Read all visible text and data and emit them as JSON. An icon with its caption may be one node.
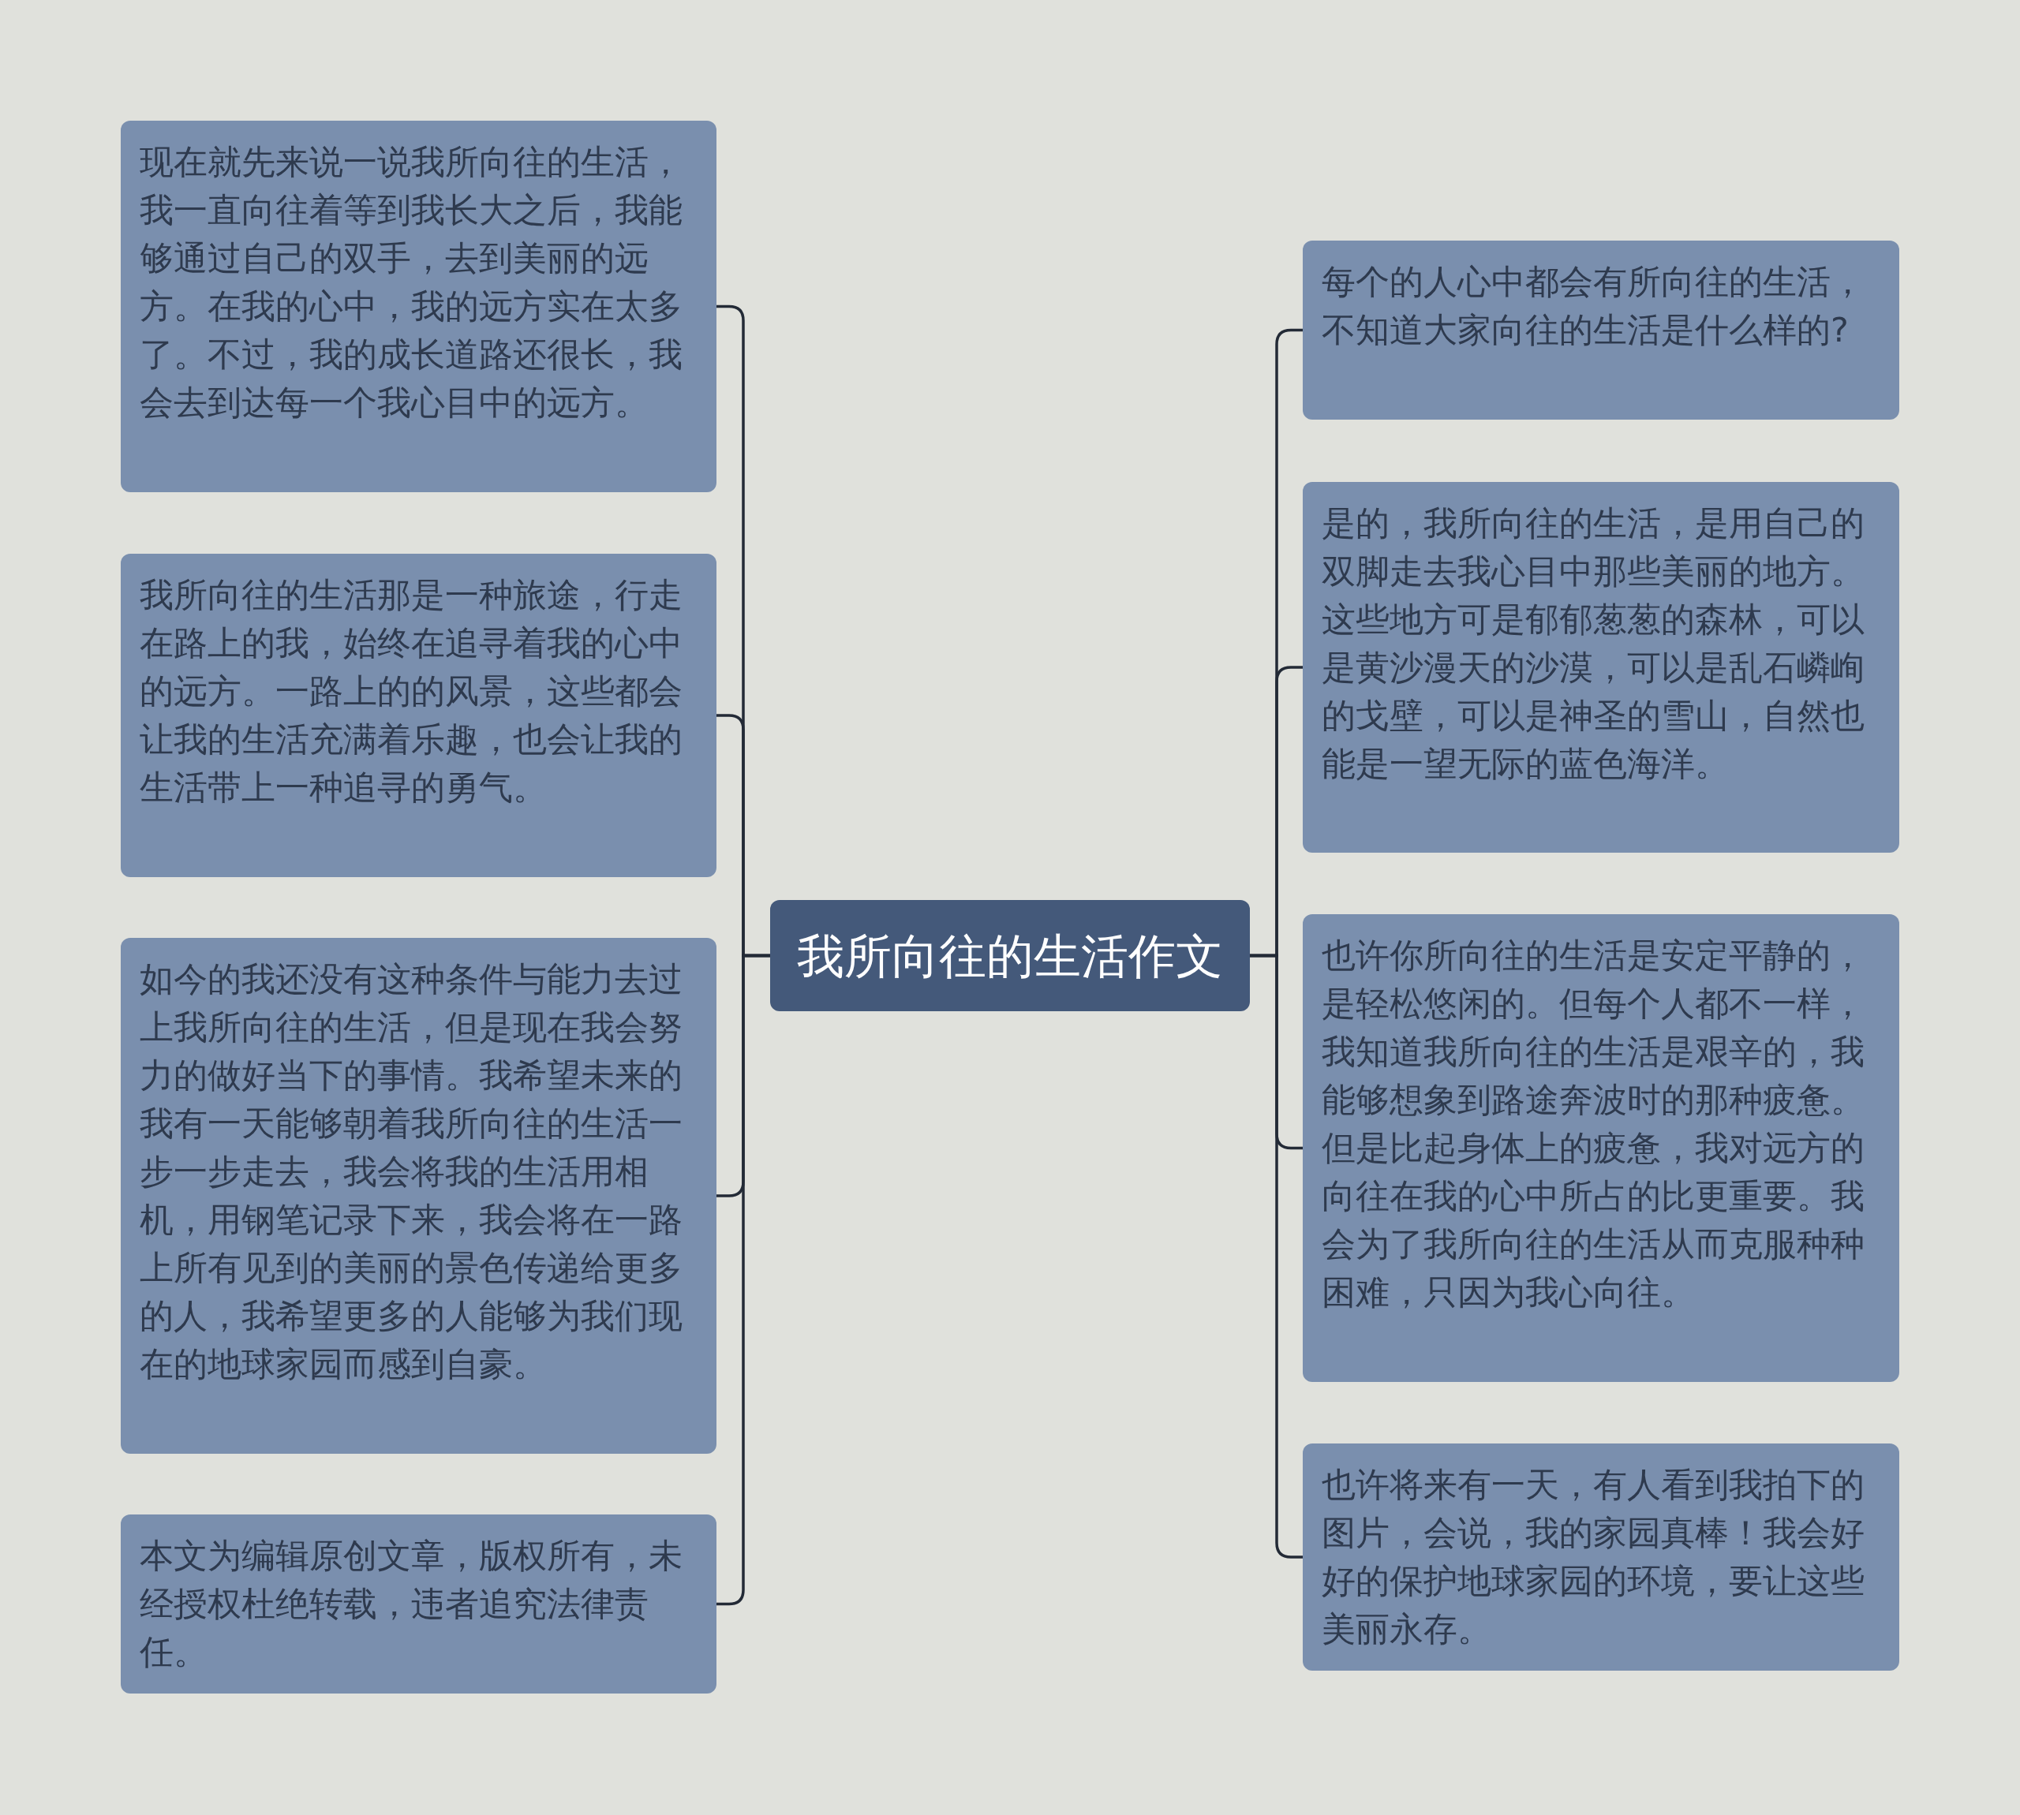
{
  "diagram": {
    "nodes": [
      {
        "text": [
          "我所向往的生活作文"
        ]
      },
      {
        "text": [
          "现在就先来说一说我所向往的生活，我一直向往着等到我长大之后，我能够通过自己的双手，去到美丽的远方。在我的心中，我的远方实在太多了。不过，我的成长道路还很长，我会去到达每一个我心目中的远方。"
        ]
      },
      {
        "text": [
          "我所向往的生活那是一种旅途，行走在路上的我，始终在追寻着我的心中的远方。一路上的的风景，这些都会让我的生活充满着乐趣，也会让我的生活带上一种追寻的勇气。"
        ]
      },
      {
        "text": [
          "如今的我还没有这种条件与能力去过上我所向往的生活，但是现在我会努力的做好当下的事情。我希望未来的我有一天能够朝着我所向往的生活一步一步走去，我会将我的生活用相机，用钢笔记录下来，我会将在一路上所有见到的美丽的景色传递给更多的人，我希望更多的人能够为我们现在的地球家园而感到自豪。"
        ]
      },
      {
        "text": [
          "本文为编辑原创文章，版权所有，未经授权杜绝转载，违者追究法律责任。"
        ]
      },
      {
        "text": [
          "每个的人心中都会有所向往的生活，不知道大家向往的生活是什么样的?"
        ]
      },
      {
        "text": [
          "是的，我所向往的生活，是用自己的双脚走去我心目中那些美丽的地方。这些地方可是郁郁葱葱的森林，可以是黄沙漫天的沙漠，可以是乱石嶙峋的戈壁，可以是神圣的雪山，自然也能是一望无际的蓝色海洋。"
        ]
      },
      {
        "text": [
          "也许你所向往的生活是安定平静的，是轻松悠闲的。但每个人都不一样，我知道我所向往的生活是艰辛的，我能够想象到路途奔波时的那种疲惫。但是比起身体上的疲惫，我对远方的向往在我的心中所占的比更重要。我会为了我所向往的生活从而克服种种困难，只因为我心向往。"
        ]
      },
      {
        "text": [
          "也许将来有一天，有人看到我拍下的图片，会说，我的家园真棒！我会好好的保护地球家园的环境，要让这些美丽永存。"
        ]
      }
    ],
    "edges": [
      {
        "from": 0,
        "to": 1,
        "arrow": "none"
      },
      {
        "from": 0,
        "to": 2,
        "arrow": "none"
      },
      {
        "from": 0,
        "to": 3,
        "arrow": "none"
      },
      {
        "from": 0,
        "to": 4,
        "arrow": "none"
      },
      {
        "from": 0,
        "to": 5,
        "arrow": "none"
      },
      {
        "from": 0,
        "to": 6,
        "arrow": "none"
      },
      {
        "from": 0,
        "to": 7,
        "arrow": "none"
      },
      {
        "from": 0,
        "to": 8,
        "arrow": "none"
      }
    ]
  }
}
